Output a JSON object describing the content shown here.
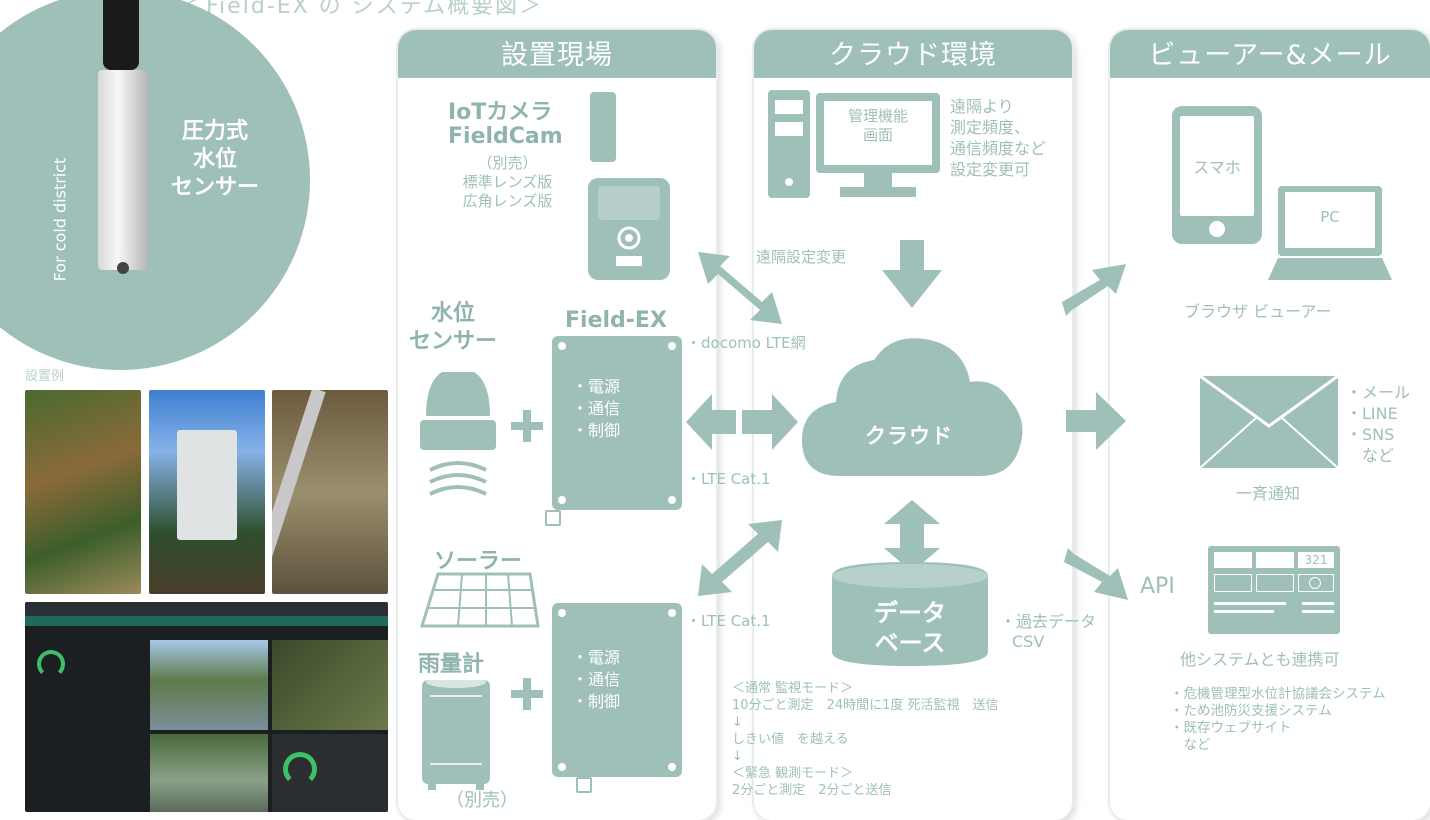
{
  "header": {
    "title": "＜Field-EX の システム概要図＞"
  },
  "sensor": {
    "label_lines": [
      "圧力式",
      "水位",
      "センサー"
    ],
    "side_label": "For cold district"
  },
  "examples": {
    "label": "設置例"
  },
  "panels": {
    "site": {
      "title": "設置現場"
    },
    "cloud": {
      "title": "クラウド環境"
    },
    "viewer": {
      "title": "ビューアー&メール"
    }
  },
  "site": {
    "camera_title_1": "IoTカメラ",
    "camera_title_2": "FieldCam",
    "camera_sub": [
      "（別売）",
      "標準レンズ版",
      "広角レンズ版"
    ],
    "water_sensor": [
      "水位",
      "センサー"
    ],
    "fieldex": "Field-EX",
    "device_list": [
      "・電源",
      "・通信",
      "・制御"
    ],
    "solar": "ソーラー",
    "rain": "雨量計",
    "sold_separately": "（別売）"
  },
  "links": {
    "remote": "遠隔設定変更",
    "docomo": "・docomo LTE網",
    "lte1": "・LTE Cat.1",
    "lte2": "・LTE Cat.1"
  },
  "cloud": {
    "screen_label": [
      "管理機能",
      "画面"
    ],
    "remote_note": [
      "遠隔より",
      "測定頻度、",
      "通信頻度など",
      "設定変更可"
    ],
    "cloud_label": "クラウド",
    "db_label": [
      "データ",
      "ベース"
    ],
    "past_data": [
      "・過去データ",
      "CSV"
    ],
    "modes": [
      "＜通常 監視モード＞",
      "10分ごと測定　24時間に1度 死活監視　送信",
      "↓",
      "しきい値　を越える",
      "↓",
      "＜緊急 観測モード＞",
      "2分ごと測定　2分ごと送信"
    ]
  },
  "viewer": {
    "smartphone": "スマホ",
    "pc": "PC",
    "browser": "ブラウザ ビューアー",
    "notify_list": [
      "・メール",
      "・LINE",
      "・SNS",
      "など"
    ],
    "broadcast": "一斉通知",
    "api": "API",
    "widget_number": "321",
    "integration": "他システムとも連携可",
    "systems": [
      "・危機管理型水位計協議会システム",
      "・ため池防災支援システム",
      "・既存ウェブサイト",
      "　など"
    ]
  },
  "colors": {
    "accent": "#9fbfb9",
    "accent_dark": "#8fb3ad",
    "white": "#ffffff"
  }
}
